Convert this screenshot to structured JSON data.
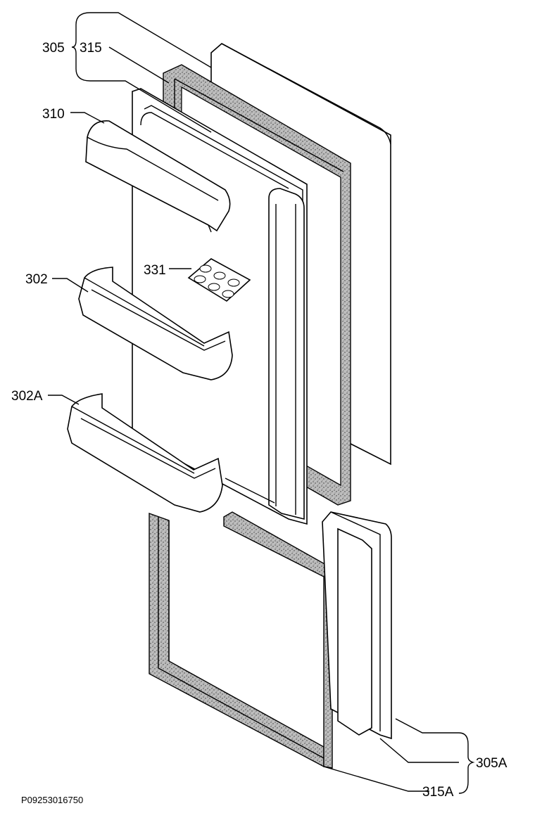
{
  "labels": {
    "p305": "305",
    "p315": "315",
    "p310": "310",
    "p331": "331",
    "p302": "302",
    "p302a": "302A",
    "p305a": "305A",
    "p315a": "315A"
  },
  "footer_code": "P09253016750"
}
